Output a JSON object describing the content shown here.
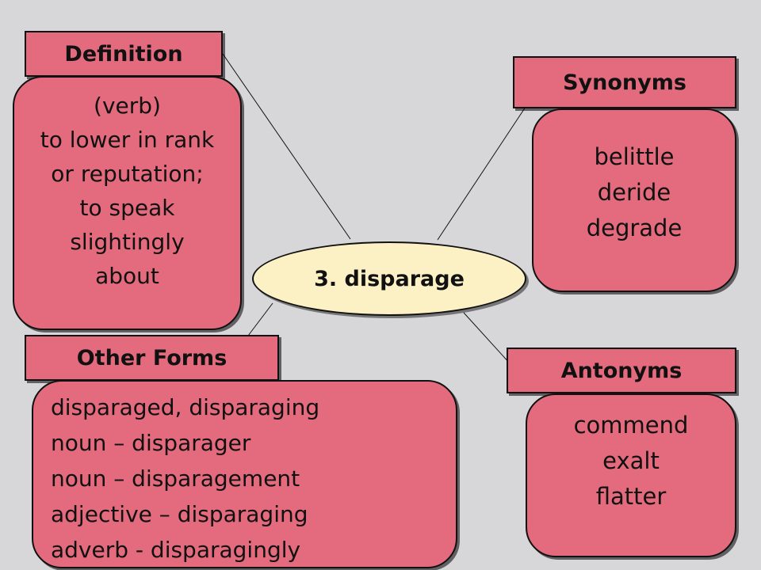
{
  "center": {
    "term": "3. disparage"
  },
  "definition": {
    "title": "Definition",
    "lines": [
      "(verb)",
      "to lower in rank",
      "or reputation;",
      "to speak",
      "slightingly",
      "about"
    ]
  },
  "synonyms": {
    "title": "Synonyms",
    "lines": [
      "belittle",
      "deride",
      "degrade"
    ]
  },
  "antonyms": {
    "title": "Antonyms",
    "lines": [
      "commend",
      "exalt",
      "flatter"
    ]
  },
  "other_forms": {
    "title": "Other Forms",
    "lines": [
      "disparaged, disparaging",
      "noun – disparager",
      "noun – disparagement",
      "adjective – disparaging",
      "adverb - disparagingly"
    ]
  },
  "colors": {
    "background": "#d7d6d9",
    "box_fill": "#e46b7d",
    "center_fill": "#fbf1c4",
    "outline": "#111111"
  }
}
